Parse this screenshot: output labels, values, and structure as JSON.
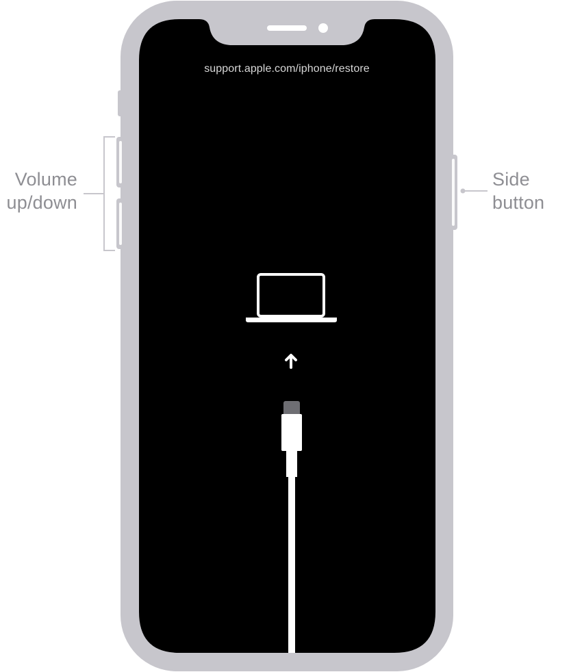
{
  "screen": {
    "url": "support.apple.com/iphone/restore"
  },
  "callouts": {
    "volume": {
      "line1": "Volume",
      "line2": "up/down"
    },
    "side": {
      "line1": "Side",
      "line2": "button"
    }
  },
  "colors": {
    "phone_frame": "#c7c6cc",
    "screen": "#000000",
    "callout_text": "#8e8e93",
    "callout_line": "#c7c6cc",
    "icon": "#ffffff",
    "connector_tip": "#6e6e73"
  },
  "icons": [
    "laptop-icon",
    "arrow-up-icon",
    "lightning-cable-icon"
  ]
}
